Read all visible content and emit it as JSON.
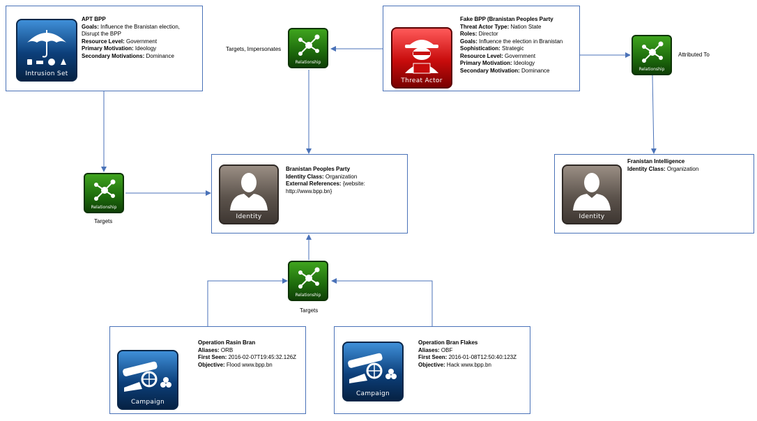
{
  "apt_bpp": {
    "name": "APT BPP",
    "goals_label": "Goals:",
    "goals_value_1": "Influence the Branistan election,",
    "goals_value_2": "Disrupt the BPP",
    "resource_label": "Resource Level:",
    "resource_value": "Government",
    "primary_label": "Primary Motivation:",
    "primary_value": "Ideology",
    "secondary_label": "Secondary Motivations:",
    "secondary_value": "Dominance",
    "icon_label": "Intrusion Set"
  },
  "fake_bpp": {
    "name": "Fake BPP (Branistan Peoples Party",
    "type_label": "Threat Actor Type:",
    "type_value": "Nation State",
    "roles_label": "Roles:",
    "roles_value": "Director",
    "goals_label": "Goals:",
    "goals_value": "Influence the election in Branistan",
    "soph_label": "Sophistication:",
    "soph_value": "Strategic",
    "resource_label": "Resource Level:",
    "resource_value": "Government",
    "primary_label": "Primary Motivation:",
    "primary_value": "Ideology",
    "secondary_label": "Secondary Motivation:",
    "secondary_value": "Dominance",
    "icon_label": "Threat Actor"
  },
  "bpp_identity": {
    "name": "Branistan Peoples Party",
    "class_label": "Identity Class:",
    "class_value": "Organization",
    "ext_label": "External References:",
    "ext_value_1": "{website:",
    "ext_value_2": "http://www.bpp.bn}",
    "icon_label": "Identity"
  },
  "franistan": {
    "name": "Franistan Intelligence",
    "class_label": "Identity Class:",
    "class_value": "Organization",
    "icon_label": "Identity"
  },
  "op_rasin": {
    "name": "Operation Rasin Bran",
    "aliases_label": "Aliases:",
    "aliases_value": "ORB",
    "first_label": "First Seen:",
    "first_value": "2016-02-07T19:45:32.126Z",
    "objective_label": "Objective:",
    "objective_value": "Flood www.bpp.bn",
    "icon_label": "Campaign"
  },
  "op_flakes": {
    "name": "Operation Bran Flakes",
    "aliases_label": "Aliases:",
    "aliases_value": "OBF",
    "first_label": "First Seen:",
    "first_value": "2016-01-08T12:50:40:123Z",
    "objective_label": "Objective:",
    "objective_value": "Hack www.bpp.bn",
    "icon_label": "Campaign"
  },
  "relationships": {
    "icon_label": "Relationship",
    "targets_impersonates": "Targets, Impersonates",
    "attributed_to": "Attributed To",
    "targets_left": "Targets",
    "targets_bottom": "Targets"
  },
  "colors": {
    "border": "#4a72b8",
    "arrow": "#4a72b8",
    "relationship_green": "#1d6a0c",
    "campaign_blue": "#0c3f7a",
    "threat_red": "#c80c0c",
    "identity_grey": "#5c534c"
  }
}
